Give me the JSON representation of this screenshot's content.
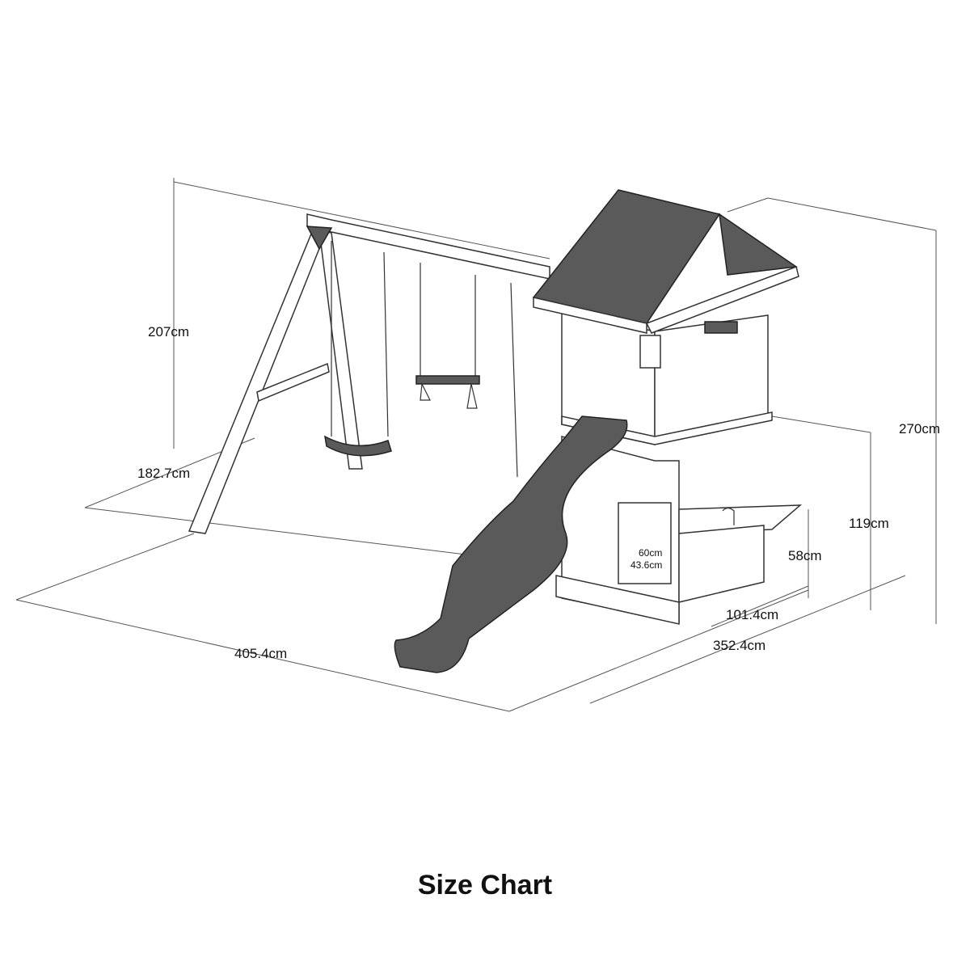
{
  "title": "Size Chart",
  "dimensions": {
    "swing_height": "207cm",
    "swing_depth": "182.7cm",
    "total_length": "405.4cm",
    "total_width": "352.4cm",
    "kitchen_width": "101.4cm",
    "kitchen_counter_height": "58cm",
    "deck_height": "119cm",
    "total_height": "270cm",
    "door_height": "60cm",
    "door_width": "43.6cm"
  }
}
